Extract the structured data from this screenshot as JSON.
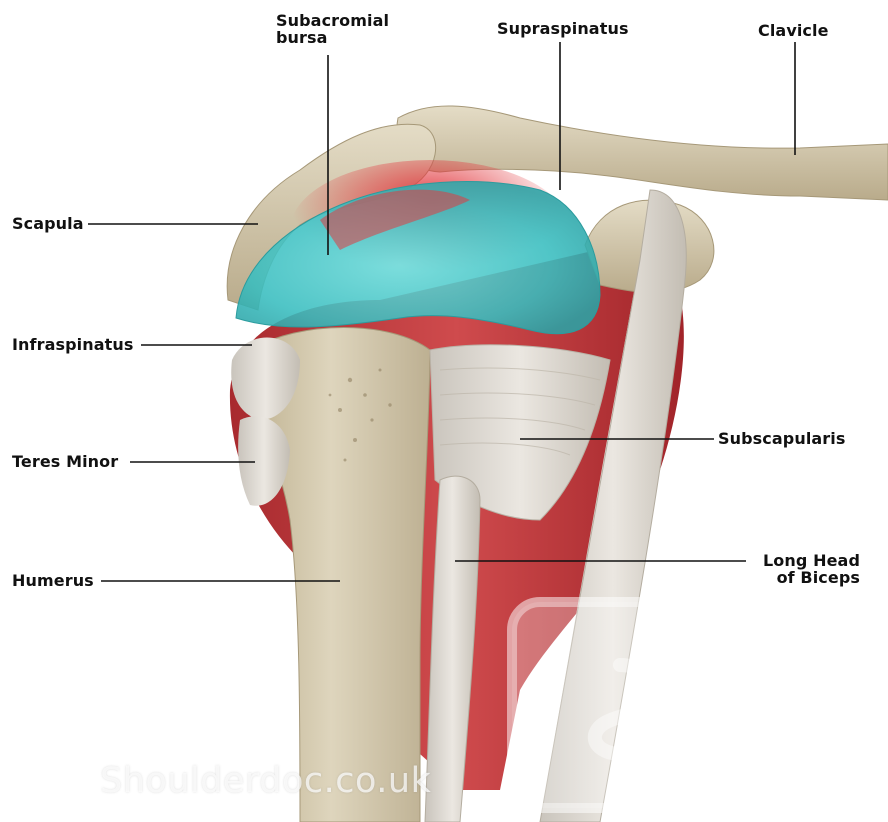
{
  "labels": {
    "subacromial_bursa": [
      "Subacromial",
      "bursa"
    ],
    "supraspinatus": "Supraspinatus",
    "clavicle": "Clavicle",
    "scapula": "Scapula",
    "infraspinatus": "Infraspinatus",
    "teres_minor": "Teres Minor",
    "subscapularis": "Subscapularis",
    "humerus": "Humerus",
    "long_head_of_biceps": [
      "Long Head",
      "of Biceps"
    ]
  },
  "watermark": "Shoulderdoc.co.uk",
  "colors": {
    "bone": "#d9cfb8",
    "bone_shadow": "#b7a98c",
    "bursa": "#3fc2c4",
    "muscle_red": "#c8383c",
    "tendon": "#ddd8d0",
    "leader_line": "#111111"
  }
}
